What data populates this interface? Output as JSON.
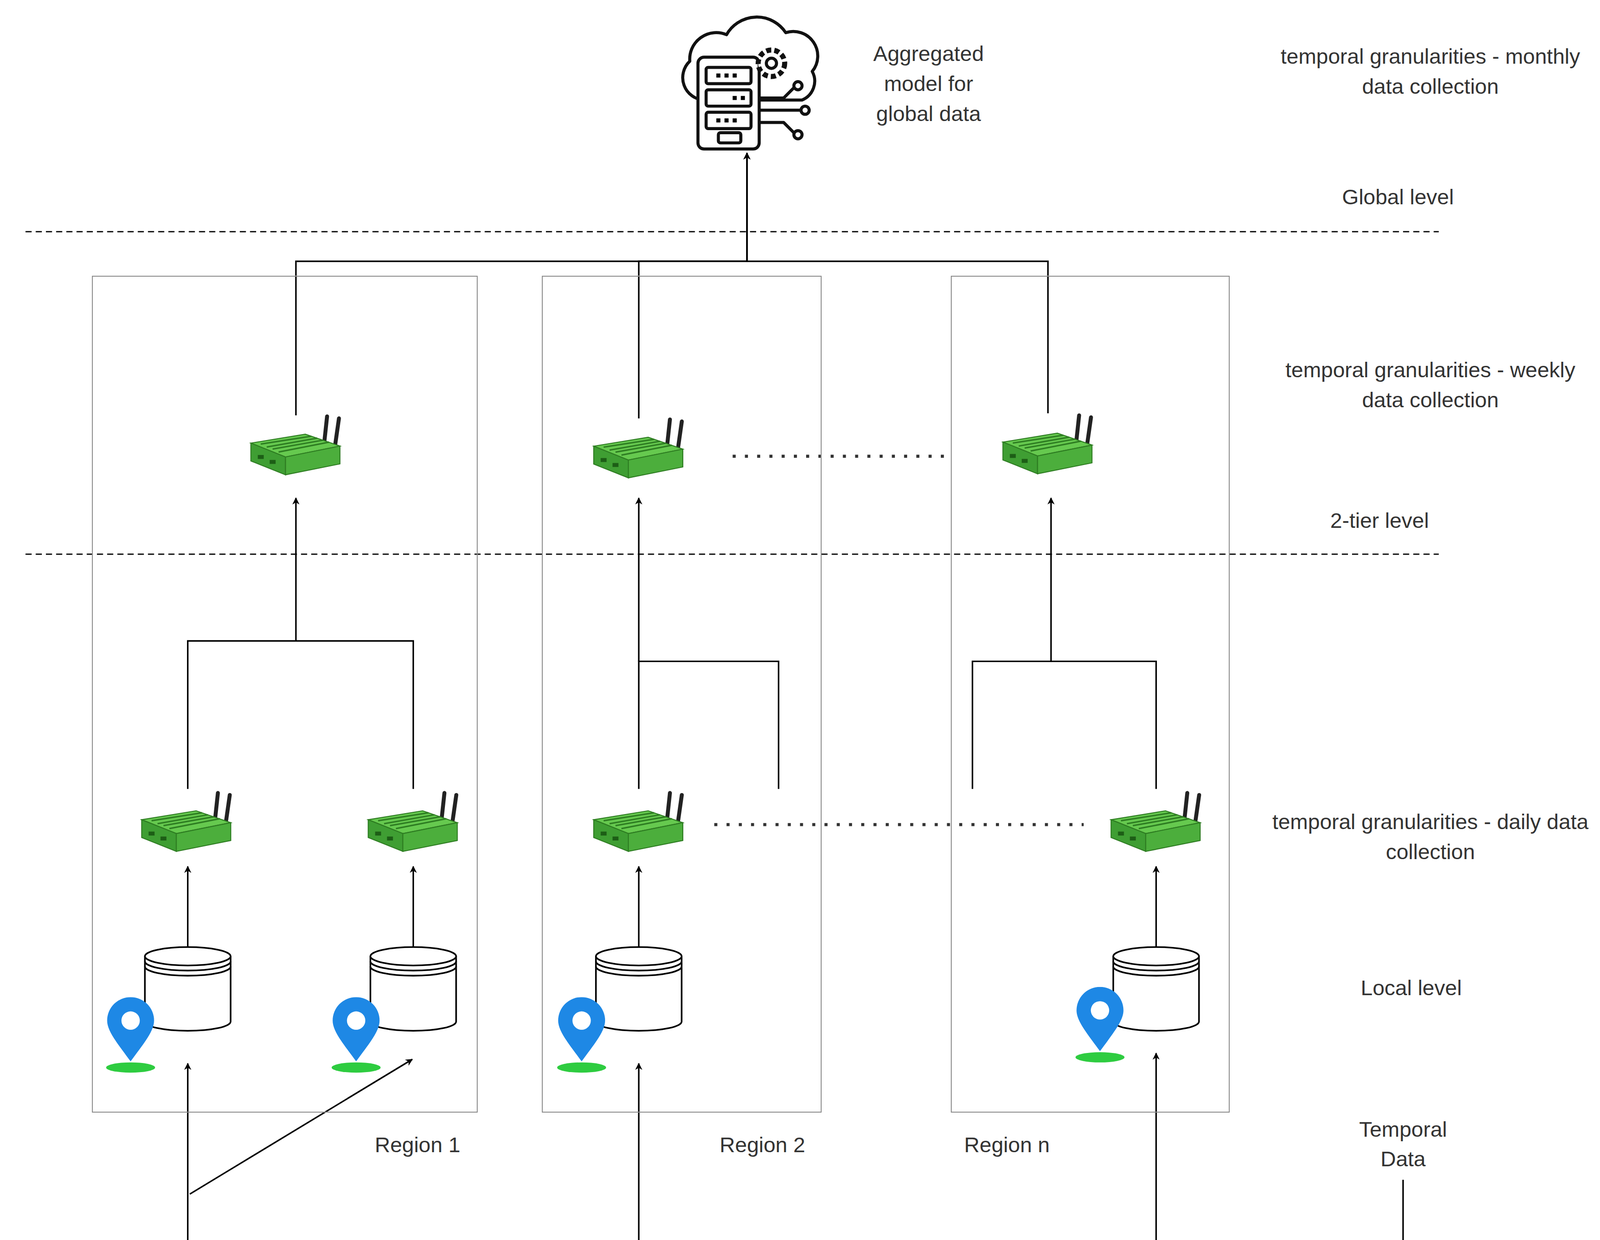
{
  "diagram": {
    "nodes": [
      {
        "text": [
          "Aggregated model for global data"
        ]
      },
      {
        "text": [
          "Region 1"
        ]
      },
      {
        "text": [
          "Region 2"
        ]
      },
      {
        "text": [
          "Region n"
        ]
      }
    ],
    "edges": [
      {
        "from": 1,
        "to": 0,
        "arrow": "to"
      },
      {
        "from": 2,
        "to": 0,
        "arrow": "to"
      },
      {
        "from": 3,
        "to": 0,
        "arrow": "to"
      }
    ],
    "labels": [
      "temporal granularities - monthly data collection",
      "Global level",
      "temporal granularities - weekly data collection",
      "2-tier level",
      "temporal granularities - daily data collection",
      "Local level",
      "Temporal Data"
    ]
  }
}
